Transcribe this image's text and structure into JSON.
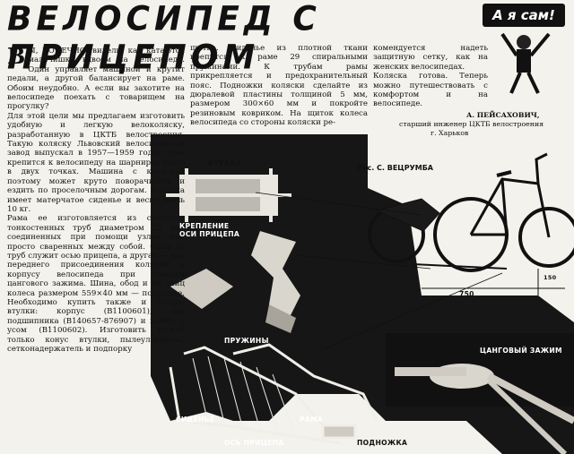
{
  "title": "ВЕЛОСИПЕД С ПРИЦЕПОМ",
  "badge": "А я сам!",
  "col1_dropcap": "В",
  "col1": "Ы, КОНЕЧНО, видели, как катаются мальчишки вдвоем на велосипеде. Один управляет машиной и крутит педали, а другой балансирует на раме. Обоим неудобно. А если вы захотите на велосипеде поехать с товарищем на прогулку?\n   Для этой цели мы предлагаем изготовить удобную и легкую велоколяску, разработанную в ЦКТБ велостроения. Такую коляску Львовский велосипедный завод выпускал в 1957—1959 годах. Она крепится к велосипеду на шарнирах всего в двух точках. Машина с коляской поэтому может круто поворачивать и ездить по проселочным дорогам. Коляска имеет матерчатое сиденье и весит лишь 10 кг.\n   Рама ее изготовляется из стальных тонкостенных труб диаметром 22 мм, соединенных при помощи узлов или просто сваренных между собой. Одна из труб служит осью прицепа, а другая — для переднего присоединения коляски к корпусу велосипеда при помощи цангового зажима. Шина, обод и 36 спиц колеса размером 559×40 мм — покупные. Необходимо купить также и детали втулки: корпус (В1100601), два подшипника (В140657-876907) и шайбу с усом (В1100602). Изготовить нужно только конус втулки, пылеуловитель, сетконадержатель и подпорку",
  "col2": "щитка. Сиденье из плотной ткани крепится к раме 29 спиральными пружинами. К трубам рамы прикрепляется и предохранительный пояс. Подножки коляски сделайте из дюралевой пластины толщиной 5 мм, размером 300×60 мм и покройте резиновым ковриком. На щиток колеса велосипеда со стороны коляски ре-",
  "col3": "комендуется надеть защитную сетку, как на женских велосипедах.\n   Коляска готова. Теперь можно путешествовать с комфортом и на велосипеде.",
  "author": "А. ПЕЙСАХОВИЧ,",
  "author_title": "старший инженер ЦКТБ велостроения",
  "city": "г. Харьков",
  "credit": "Рис. С. ВЕЦРУМБА",
  "labels": {
    "hub": "ВТУЛКА",
    "mount": "КРЕПЛЕНИЕ\nОСИ ПРИЦЕПА",
    "springs": "ПРУЖИНЫ",
    "collet": "ЦАНГОВЫЙ ЗАЖИМ",
    "seat": "СИДЕНЬЕ",
    "frame": "РАМА",
    "axle": "ОСЬ ПРИЦЕПА",
    "footrest": "ПОДНОЖКА",
    "dim750": "750",
    "dim150": "150"
  }
}
